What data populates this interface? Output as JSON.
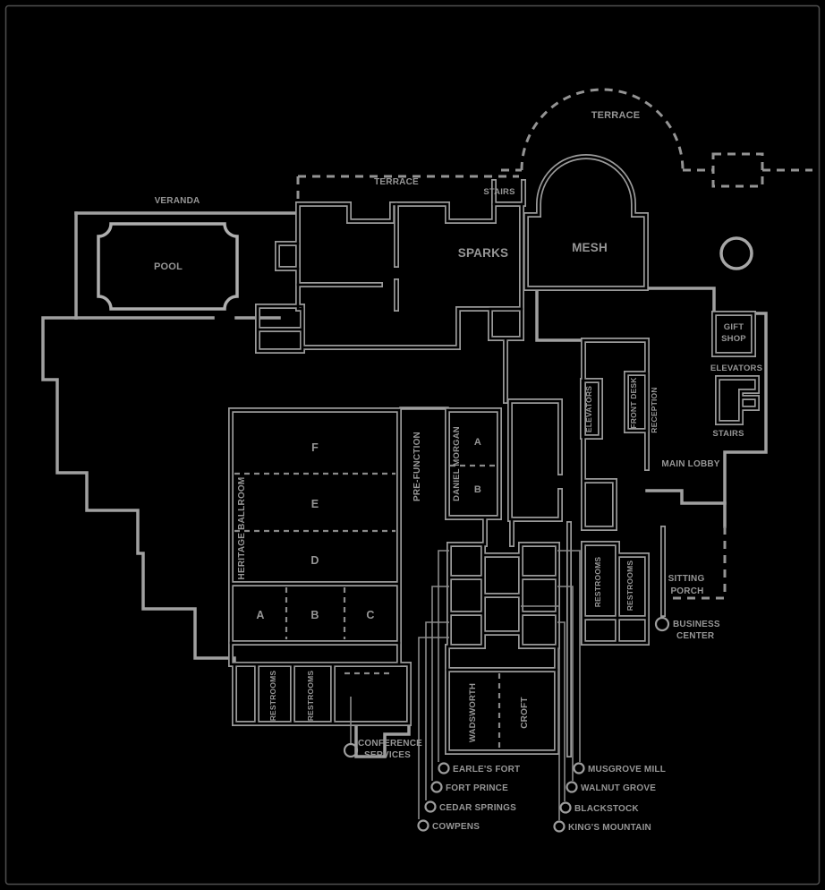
{
  "plan": {
    "colors": {
      "background": "#000000",
      "wall": "#9a9a9a",
      "text": "#969696"
    },
    "labels": {
      "terrace_top": "TERRACE",
      "terrace_mid": "TERRACE",
      "stairs_top": "STAIRS",
      "veranda": "VERANDA",
      "pool": "POOL",
      "sparks": "SPARKS",
      "mesh": "MESH",
      "gift_shop_1": "GIFT",
      "gift_shop_2": "SHOP",
      "elevators_right": "ELEVATORS",
      "stairs_right": "STAIRS",
      "main_lobby": "MAIN LOBBY",
      "elevators_hall": "ELEVATORS",
      "front_desk": "FRONT DESK",
      "reception": "RECEPTION",
      "heritage_ballroom": "HERITAGE BALLROOM",
      "hb_f": "F",
      "hb_e": "E",
      "hb_d": "D",
      "hb_a": "A",
      "hb_b": "B",
      "hb_c": "C",
      "pre_function": "PRE-FUNCTION",
      "daniel_morgan": "DANIEL MORGAN",
      "dm_a": "A",
      "dm_b": "B",
      "restrooms_w1": "RESTROOMS",
      "restrooms_w2": "RESTROOMS",
      "conference_1": "CONFERENCE",
      "conference_2": "SERVICES",
      "wadsworth": "WADSWORTH",
      "croft": "CROFT",
      "restrooms_e1": "RESTROOMS",
      "restrooms_e2": "RESTROOMS",
      "sitting_porch_1": "SITTING",
      "sitting_porch_2": "PORCH",
      "business_1": "BUSINESS",
      "business_2": "CENTER"
    },
    "callouts_left": [
      "EARLE'S FORT",
      "FORT PRINCE",
      "CEDAR SPRINGS",
      "COWPENS"
    ],
    "callouts_right": [
      "MUSGROVE MILL",
      "WALNUT GROVE",
      "BLACKSTOCK",
      "KING'S MOUNTAIN"
    ]
  }
}
